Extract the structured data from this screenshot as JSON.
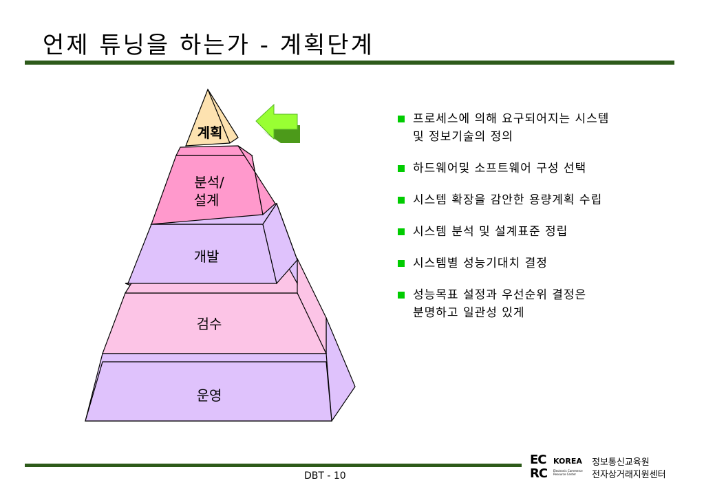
{
  "slide": {
    "title": "언제 튜닝을 하는가 - 계획단계"
  },
  "pyramid": {
    "levels": [
      {
        "label_lines": [
          "계획"
        ],
        "color": "#fde2b0"
      },
      {
        "label_lines": [
          "분석/",
          "설계"
        ],
        "color": "#ff99cc"
      },
      {
        "label_lines": [
          "개발"
        ],
        "color": "#dfc2fc"
      },
      {
        "label_lines": [
          "검수"
        ],
        "color": "#fcc4e6"
      },
      {
        "label_lines": [
          "운영"
        ],
        "color": "#dfc2fc"
      }
    ],
    "arrow_color": "#99ff33"
  },
  "bullets": [
    "프로세스에 의해 요구되어지는 시스템\n및 정보기술의 정의",
    "하드웨어및  소프트웨어 구성 선택",
    "시스템 확장을 감안한 용량계획 수립",
    "시스템 분석 및 설계표준 정립",
    "시스템별 성능기대치 결정",
    "성능목표 설정과 우선순위 결정은\n분명하고 일관성 있게"
  ],
  "bullet_color": "#00cc00",
  "footer": {
    "page_label": "DBT  - 10",
    "logo": {
      "ec": "EC",
      "rc": "RC",
      "korea": "KOREA",
      "tiny": "Electronic Commerce Resource Center"
    },
    "org_line1": "정보통신교육원",
    "org_line2": "전자상거래지원센터"
  },
  "rule_color": "#2d5a1a"
}
